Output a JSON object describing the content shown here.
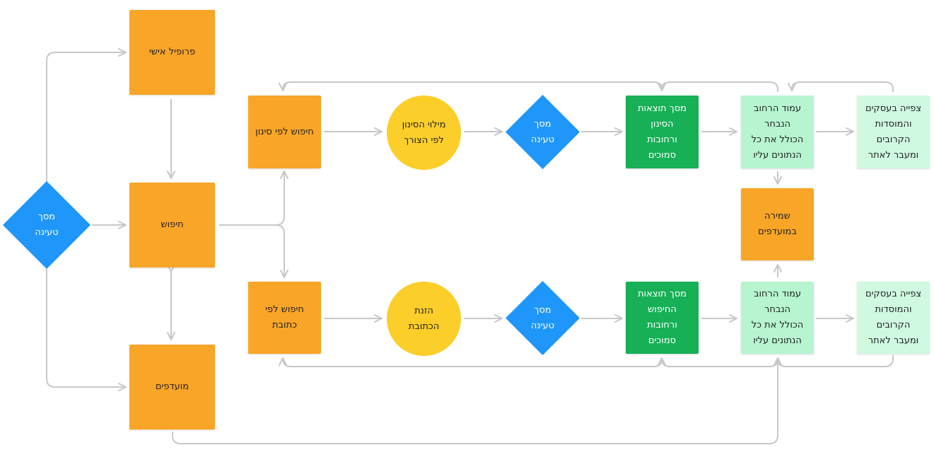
{
  "nodes": {
    "loading_left": "מסך\nטעינה",
    "profile": "פרופיל אישי",
    "search": "חיפוש",
    "favorites": "מועדפים",
    "filter_search": "חיפוש לפי סינון",
    "address_search": "חיפוש לפי\nכתובת",
    "fill_filter": "מילוי הסינון\nלפי הצורך",
    "enter_address": "הזנת\nהכתובת",
    "loading_top": "מסך\nטעינה",
    "loading_bottom": "מסך\nטעינה",
    "filter_results": "מסך תוצאות\nהסינון\nורחובות\nסמוכים",
    "search_results": "מסך תוצאות\nהחיפוש\nורחובות\nסמוכים",
    "street_page_top": "עמוד הרחוב\nהנבחר\nהכולל את כל\nהנתונים עליו",
    "street_page_bottom": "עמוד הרחוב\nהנבחר\nהכולל את כל\nהנתונים עליו",
    "save_favorites": "שמירה\nבמועדפים",
    "view_business_top": "צפייה בעסקים\nוהמוסדות\nהקרובים\nומעבר לאתר",
    "view_business_bottom": "צפייה בעסקים\nוהמוסדות\nהקרובים\nומעבר לאתר"
  },
  "colors": {
    "orange": "#f9a527",
    "blue": "#1e96fa",
    "yellow": "#fcce2a",
    "dark_green": "#17b057",
    "light_green": "#b6f5d0",
    "connector": "#c8c8c8"
  }
}
